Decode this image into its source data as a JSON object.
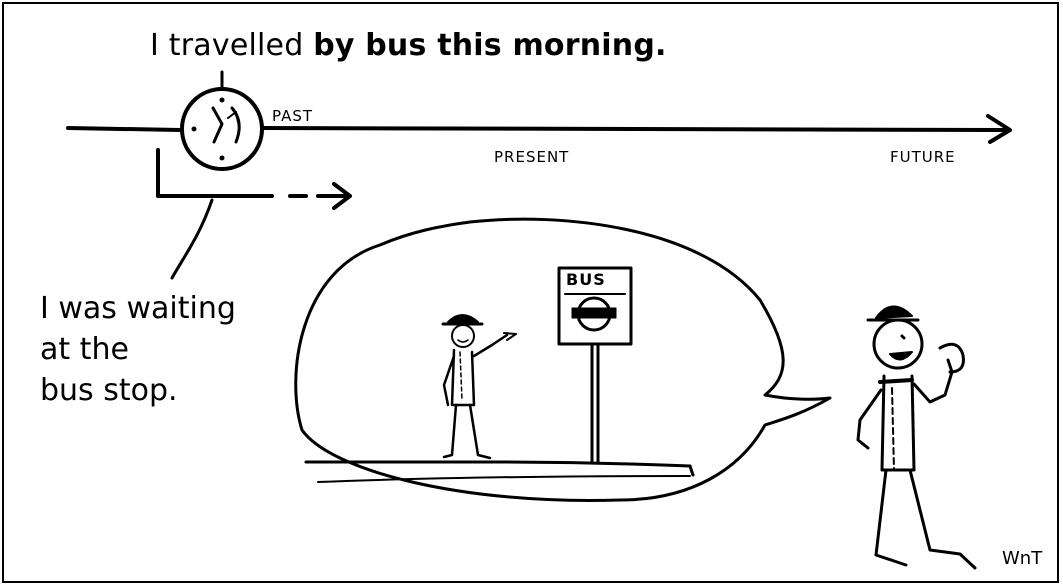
{
  "headline": {
    "part1": "I travelled ",
    "part2": "by bus this morning."
  },
  "timeline": {
    "past_label": "PAST",
    "present_label": "PRESENT",
    "future_label": "FUTURE"
  },
  "caption": {
    "line1": "I was waiting",
    "line2": "at the",
    "line3": "bus stop."
  },
  "bus_sign_text": "BUS",
  "signature": "WnT",
  "colors": {
    "ink": "#000000",
    "background": "#ffffff"
  }
}
